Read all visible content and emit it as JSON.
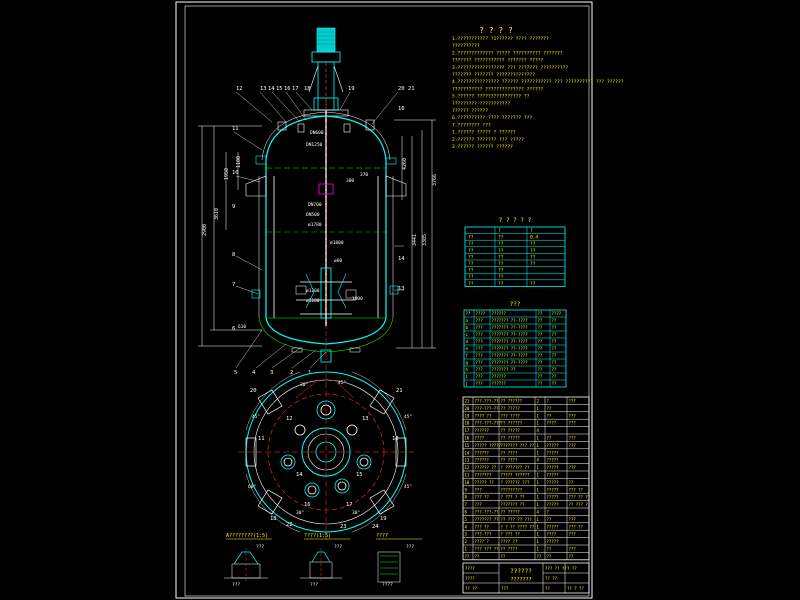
{
  "notes": {
    "title": "? ? ? ?",
    "lines": [
      "1.??????????? ?1?????? ???? ???????",
      "  ??????????",
      "  2.????????????? ????? ?????????? ???????",
      "  ??????? ??????????? ??????? ?????",
      "  3.????????????????? ??? ??????? ??????????",
      "  ??????? ??????? ??????????????",
      "4.??????????????? ?????? ??????????? ??? ?????????? ??? ??????",
      "  ??????????? ?????????????? ??????",
      "5.?????? ???????????????? ??",
      "  ????????? ???????????",
      "  ?????? ??????",
      "6.?????????? ???? ??????? ???",
      "  7.???????? ???",
      "  1.?????? ????? ? ??????",
      "  2.?????? ??????? ??? ?????",
      "  3.?????? ?????? ??????"
    ]
  },
  "spec_table": {
    "title": "? ? ? ? ?",
    "header": [
      "",
      "?",
      "?"
    ],
    "rows": [
      [
        "??",
        "??",
        "0.4"
      ],
      [
        "??",
        "??",
        "??"
      ],
      [
        "??",
        "??",
        "??"
      ],
      [
        "??",
        "??",
        "??"
      ],
      [
        "??",
        "??",
        "??"
      ],
      [
        "??",
        "??",
        ""
      ],
      [
        "??",
        "??",
        ""
      ],
      [
        "??",
        "??",
        "??"
      ]
    ]
  },
  "nozzle_table": {
    "title": "???",
    "header": [
      "??",
      "????",
      "??????",
      "??",
      "????"
    ],
    "rows": [
      [
        "a",
        "???",
        "??????? ??-????",
        "??",
        "??"
      ],
      [
        "b",
        "???",
        "??????? ??-????",
        "??",
        "??"
      ],
      [
        "c",
        "???",
        "??????? ??-????",
        "??",
        "??"
      ],
      [
        "d",
        "???",
        "??????? ??-????",
        "??",
        "??"
      ],
      [
        "e",
        "???",
        "??????? ??-????",
        "??",
        "??"
      ],
      [
        "f",
        "???",
        "??????? ??-????",
        "??",
        "??"
      ],
      [
        "g",
        "???",
        "??????? ??-????",
        "??",
        "??"
      ],
      [
        "h",
        "???",
        "??????? ??",
        "??",
        "??"
      ],
      [
        "i",
        "???",
        "??????",
        "??",
        "??"
      ],
      [
        "j",
        "???",
        "??????",
        "??",
        "??"
      ]
    ]
  },
  "parts_table": {
    "rows": [
      [
        "21",
        "???-???-??",
        "?? ??????",
        "2",
        "?",
        "???"
      ],
      [
        "20",
        "???-???-??",
        "?? ?????",
        "1",
        "??",
        ""
      ],
      [
        "19",
        "???? ??",
        "??? ????",
        "1",
        "??",
        "???"
      ],
      [
        "18",
        "???-???-???",
        "?? ??????",
        "1",
        "????",
        "???"
      ],
      [
        "17",
        "??????",
        "?? ?????",
        "4",
        "",
        ""
      ],
      [
        "16",
        "????",
        "?? ?????",
        "1",
        "??",
        "???"
      ],
      [
        "15",
        "????? ?????",
        "??????? ??? ??",
        "1",
        "?????",
        "???"
      ],
      [
        "14",
        "??????",
        "?? ????",
        "1",
        "?????",
        ""
      ],
      [
        "13",
        "??????",
        "?? ????",
        "4",
        "?????",
        ""
      ],
      [
        "12",
        "?????? ??",
        "? ??????? ??",
        "1",
        "?????",
        "???"
      ],
      [
        "11",
        "???????",
        "????? ??????",
        "1",
        "?????",
        ""
      ],
      [
        "10",
        "????? ??",
        "? ?????? ???",
        "1",
        "?????",
        "??"
      ],
      [
        "9",
        "???",
        "?????????",
        "1",
        "?????",
        "??? ??"
      ],
      [
        "8",
        "??? ??",
        "? ??? ? ??",
        "1",
        "?????",
        "??? ?? ??"
      ],
      [
        "7",
        "???",
        "??????? ??",
        "1",
        "?????",
        "?? ??? ?"
      ],
      [
        "6",
        "???-???-??",
        "?? ?????",
        "4",
        "?",
        ""
      ],
      [
        "5",
        "??????? ??",
        "?? ??? ?? ???",
        "1",
        "??",
        "???"
      ],
      [
        "4",
        "??? ??",
        "? ? ?? ???? ??",
        "1",
        "?????",
        "??? ??"
      ],
      [
        "3",
        "???-???",
        "? ??? ??",
        "1",
        "????",
        "???"
      ],
      [
        "2",
        "???? ?",
        "???? ??",
        "1",
        "?????",
        ""
      ],
      [
        "1",
        "??? ??? ??",
        "?? ????",
        "1",
        "??",
        "???"
      ]
    ],
    "footer": [
      "??",
      "??",
      "??",
      "??",
      "??",
      "??"
    ]
  },
  "title_block": {
    "name": "??????",
    "subtitle": "???????",
    "cells": [
      "????",
      "????",
      "?? ??",
      "???",
      "??? ?? ??",
      "?? ??",
      "??",
      "? ??",
      "?? ? ??"
    ]
  },
  "section_views": [
    {
      "label": "A????????(1:5)",
      "sub1": "???",
      "sub2": "???"
    },
    {
      "label": "????(1:5)",
      "sub1": "???",
      "sub2": "???"
    },
    {
      "label": "????",
      "sub1": "???",
      "sub2": "????"
    }
  ],
  "elevation": {
    "callouts_top": [
      "12",
      "13",
      "14",
      "15",
      "16",
      "17",
      "18",
      "19",
      "20",
      "21"
    ],
    "callouts_left": [
      "11",
      "10",
      "9",
      "8",
      "7",
      "6"
    ],
    "callouts_bottom": [
      "5",
      "4",
      "3",
      "2",
      "1"
    ],
    "callouts_right": [
      "16",
      "14",
      "13"
    ],
    "dims_left": [
      "1100",
      "1950",
      "2900",
      "3610"
    ],
    "dims_right": [
      "3441",
      "3385",
      "3766",
      "4260"
    ],
    "dims_inner": [
      "DN600",
      "DN1250",
      "DN700",
      "DN500",
      "ø1780",
      "ø1800",
      "ø1200",
      "ø1180",
      "610",
      "370",
      "300",
      "1000",
      "ø60"
    ]
  },
  "plan": {
    "callouts": [
      "20",
      "21",
      "11",
      "10",
      "12",
      "13",
      "14",
      "15",
      "16",
      "17",
      "18",
      "19",
      "22",
      "23",
      "24"
    ],
    "dims": [
      "45°",
      "30°",
      "45°",
      "45°",
      "60°",
      "45°",
      "30°",
      "30°"
    ]
  }
}
